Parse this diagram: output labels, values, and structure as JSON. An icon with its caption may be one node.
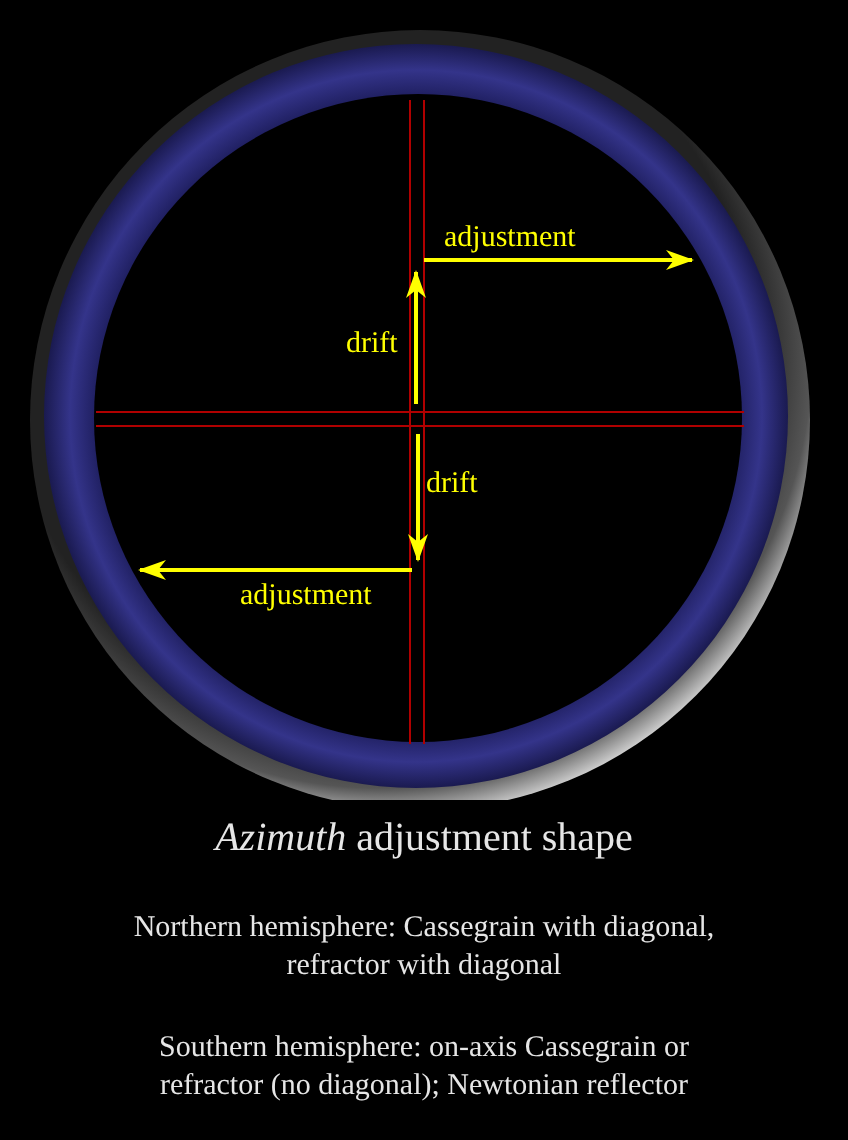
{
  "diagram": {
    "caption": "*Azimuth* adjustment shape",
    "labels": [
      "adjustment",
      "drift",
      "drift",
      "adjustment",
      "Northern hemisphere: Cassegrain with diagonal, refractor with diagonal",
      "Southern hemisphere: on-axis Cassegrain or refractor (no diagonal); Newtonian reflector"
    ]
  }
}
